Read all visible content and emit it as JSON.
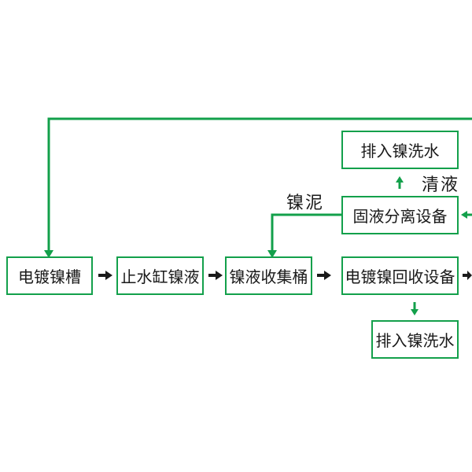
{
  "colors": {
    "border": "#13a04b",
    "flow_line": "#13a04b",
    "black_arrow": "#1a1a1a",
    "text": "#1a1a1a",
    "background": "#ffffff"
  },
  "nodes": {
    "tank": "电镀镍槽",
    "stop_water": "止水缸镍液",
    "collect": "镍液收集桶",
    "recovery": "电镀镍回收设备",
    "separation": "固液分离设备",
    "discharge_top": "排入镍洗水",
    "discharge_bottom": "排入镍洗水"
  },
  "labels": {
    "clear_liquid": "清液",
    "nickel_mud": "镍泥"
  }
}
